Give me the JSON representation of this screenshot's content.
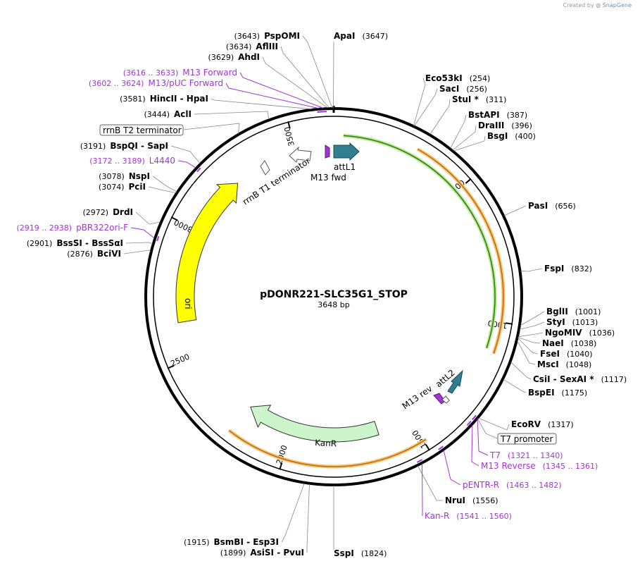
{
  "credit": {
    "prefix": "Created by",
    "brand": "SnapGene"
  },
  "plasmid": {
    "name": "pDONR221-SLC35G1_STOP",
    "length_label": "3648 bp"
  },
  "ticks": [
    "500",
    "1000",
    "1500",
    "2000",
    "2500",
    "3000",
    "3500"
  ],
  "colors": {
    "primer": "#a334d8",
    "ori": "#ffff00",
    "kanr": "#ccf5cc",
    "att": "#2f7f91",
    "orf": "#f5c36b",
    "backbone": "#000000"
  },
  "features": {
    "att_l1": "attL1",
    "att_l2": "attL2",
    "m13_fwd": "M13 fwd",
    "m13_rev": "M13 rev",
    "rrnb_t1": "rrnB T1 terminator",
    "ori": "ori",
    "kanr": "KanR",
    "rrnb_t2_box": "rrnB T2 terminator",
    "t7_promoter_box": "T7 promoter"
  },
  "left_labels": [
    {
      "num": "(3643)",
      "name": "PspOMI"
    },
    {
      "num": "(3634)",
      "name": "AflIII"
    },
    {
      "num": "(3629)",
      "name": "AhdI"
    },
    {
      "num": "(3616 .. 3633)",
      "name": "M13 Forward"
    },
    {
      "num": "(3602 .. 3624)",
      "name": "M13/pUC Forward"
    },
    {
      "num": "(3581)",
      "name": "HincII  -  HpaI"
    },
    {
      "num": "(3444)",
      "name": "AclI"
    },
    {
      "num": "(3191)",
      "name": "BspQI  -  SapI"
    },
    {
      "num": "(3172 .. 3189)",
      "name": "L4440"
    },
    {
      "num": "(3078)",
      "name": "NspI"
    },
    {
      "num": "(3074)",
      "name": "PciI"
    },
    {
      "num": "(2972)",
      "name": "DrdI"
    },
    {
      "num": "(2919 .. 2938)",
      "name": "pBR322ori-F"
    },
    {
      "num": "(2901)",
      "name": "BssSI  -  BssSαI"
    },
    {
      "num": "(2876)",
      "name": "BciVI"
    },
    {
      "num": "(1915)",
      "name": "BsmBI  -  Esp3I"
    },
    {
      "num": "(1899)",
      "name": "AsiSI  -  PvuI"
    }
  ],
  "right_labels": [
    {
      "name": "ApaI",
      "num": "(3647)"
    },
    {
      "name": "Eco53kI",
      "num": "(254)"
    },
    {
      "name": "SacI",
      "num": "(256)"
    },
    {
      "name": "StuI *",
      "num": "(311)"
    },
    {
      "name": "BstAPI",
      "num": "(387)"
    },
    {
      "name": "DraIII",
      "num": "(396)"
    },
    {
      "name": "BsgI",
      "num": "(400)"
    },
    {
      "name": "PasI",
      "num": "(656)"
    },
    {
      "name": "FspI",
      "num": "(832)"
    },
    {
      "name": "BglII",
      "num": "(1001)"
    },
    {
      "name": "StyI",
      "num": "(1013)"
    },
    {
      "name": "NgoMIV",
      "num": "(1036)"
    },
    {
      "name": "NaeI",
      "num": "(1038)"
    },
    {
      "name": "FseI",
      "num": "(1040)"
    },
    {
      "name": "MscI",
      "num": "(1048)"
    },
    {
      "name": "CsiI  -  SexAI *",
      "num": "(1117)"
    },
    {
      "name": "BspEI",
      "num": "(1175)"
    },
    {
      "name": "EcoRV",
      "num": "(1317)"
    },
    {
      "name": "T7",
      "num": "(1321 .. 1340)"
    },
    {
      "name": "M13 Reverse",
      "num": "(1345 .. 1361)"
    },
    {
      "name": "pENTR-R",
      "num": "(1463 .. 1482)"
    },
    {
      "name": "NruI",
      "num": "(1556)"
    },
    {
      "name": "Kan-R",
      "num": "(1541 .. 1560)"
    },
    {
      "name": "SspI",
      "num": "(1824)"
    }
  ]
}
